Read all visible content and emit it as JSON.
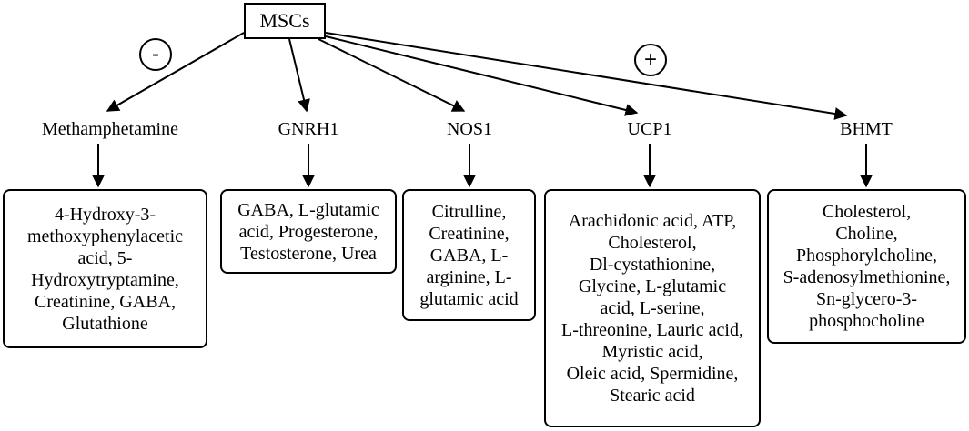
{
  "root": {
    "label": "MSCs"
  },
  "signs": {
    "negative": "-",
    "positive": "+"
  },
  "targets": [
    {
      "name": "Methamphetamine",
      "metabolites": [
        "4-Hydroxy-3-",
        "methoxyphenylacetic",
        "acid, 5-",
        "Hydroxytryptamine,",
        "Creatinine, GABA,",
        "Glutathione"
      ]
    },
    {
      "name": "GNRH1",
      "metabolites": [
        "GABA, L-glutamic",
        "acid, Progesterone,",
        "Testosterone, Urea"
      ]
    },
    {
      "name": "NOS1",
      "metabolites": [
        "Citrulline,",
        "Creatinine,",
        "GABA, L-",
        "arginine, L-",
        "glutamic acid"
      ]
    },
    {
      "name": "UCP1",
      "metabolites": [
        "Arachidonic acid, ATP,",
        "Cholesterol,",
        "Dl-cystathionine,",
        "Glycine, L-glutamic",
        "acid, L-serine,",
        "L-threonine, Lauric acid,",
        "Myristic acid,",
        "Oleic acid, Spermidine,",
        "Stearic acid"
      ]
    },
    {
      "name": "BHMT",
      "metabolites": [
        "Cholesterol,",
        "Choline,",
        "Phosphorylcholine,",
        "S-adenosylmethionine,",
        "Sn-glycero-3-",
        "phosphocholine"
      ]
    }
  ]
}
